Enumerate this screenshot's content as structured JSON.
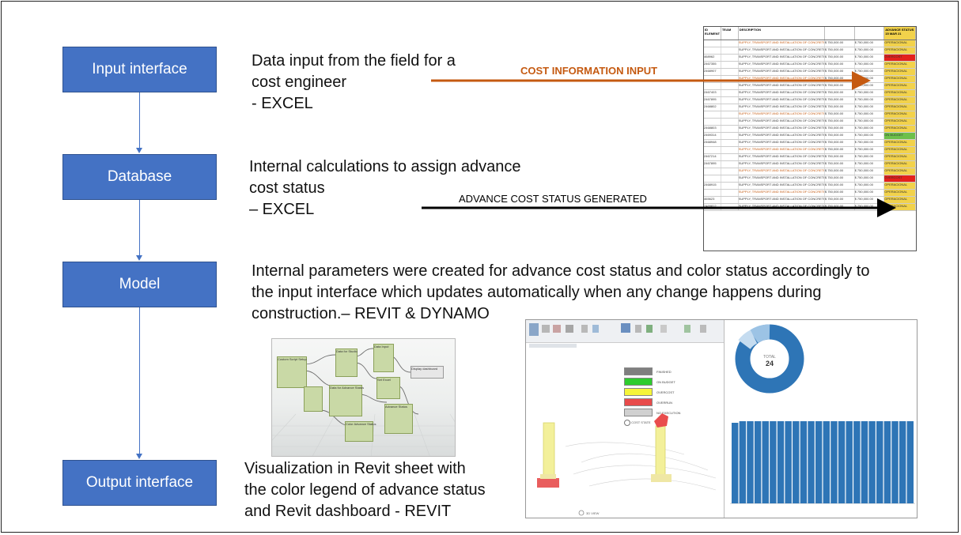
{
  "flow": {
    "steps": [
      {
        "label": "Input interface"
      },
      {
        "label": "Database"
      },
      {
        "label": "Model"
      },
      {
        "label": "Output interface"
      }
    ]
  },
  "descriptions": {
    "input": [
      "Data input from the field for a",
      "cost engineer",
      "- EXCEL"
    ],
    "database": [
      "Internal calculations to assign advance",
      "cost status",
      "– EXCEL"
    ],
    "model": [
      "Internal parameters were created for advance cost status and color status accordingly to",
      "the input interface which updates automatically when any change happens during",
      "construction.– REVIT & DYNAMO"
    ],
    "output": [
      "Visualization in Revit sheet with",
      "the color legend of advance status",
      "and Revit dashboard - REVIT"
    ]
  },
  "arrows": {
    "cost_input_label": "COST INFORMATION INPUT",
    "status_generated_label": "ADVANCE COST STATUS GENERATED"
  },
  "colors": {
    "box_fill": "#4472c4",
    "orange_arrow": "#c55a11",
    "black_arrow": "#000000"
  },
  "spreadsheet": {
    "headers": [
      "ID ELEMENT",
      "TEAM",
      "DESCRIPTION",
      "",
      "",
      "ADVANCE STATUS 15 MAR 21"
    ],
    "rows": [
      {
        "id": "",
        "team": "",
        "desc": "SUPPLY, TRANSPORT AND INSTALLATION OF CONCRETE FOR COLUMNS",
        "desc_color": "#c55a11",
        "v1": "$  750,000.00",
        "v2": "$  750,000.00",
        "status": "OPERACIONAL",
        "status_color": "#f2d24b"
      },
      {
        "id": "",
        "team": "",
        "desc": "SUPPLY, TRANSPORT AND INSTALLATION OF CONCRETE FOR COLUMNS",
        "desc_color": "#333",
        "v1": "$  750,000.00",
        "v2": "$  750,000.00",
        "status": "OPERACIONAL",
        "status_color": "#f2d24b"
      },
      {
        "id": "468962",
        "team": "",
        "desc": "SUPPLY, TRANSPORT AND INSTALLATION OF CONCRETE FOR COLUMNS",
        "desc_color": "#333",
        "v1": "$  750,000.00",
        "v2": "$  750,000.00",
        "status": "OVERCOST",
        "status_color": "#e3211c"
      },
      {
        "id": "2467355",
        "team": "",
        "desc": "SUPPLY, TRANSPORT AND INSTALLATION OF CONCRETE FOR COLUMNS",
        "desc_color": "#333",
        "v1": "$  750,000.00",
        "v2": "$  750,000.00",
        "status": "OPERACIONAL",
        "status_color": "#f2d24b"
      },
      {
        "id": "2468907",
        "team": "",
        "desc": "SUPPLY, TRANSPORT AND INSTALLATION OF CONCRETE FOR COLUMNS",
        "desc_color": "#333",
        "v1": "$  750,000.00",
        "v2": "$  750,000.00",
        "status": "OPERACIONAL",
        "status_color": "#f2d24b"
      },
      {
        "id": "",
        "team": "",
        "desc": "SUPPLY, TRANSPORT AND INSTALLATION OF CONCRETE FOR COLUMNS",
        "desc_color": "#c55a11",
        "v1": "$  750,000.00",
        "v2": "$  750,000.00",
        "status": "OPERACIONAL",
        "status_color": "#f2d24b"
      },
      {
        "id": "",
        "team": "",
        "desc": "SUPPLY, TRANSPORT AND INSTALLATION OF CONCRETE FOR COLUMNS",
        "desc_color": "#333",
        "v1": "$  750,000.00",
        "v2": "$  750,000.00",
        "status": "OPERACIONAL",
        "status_color": "#f2d24b"
      },
      {
        "id": "2467403",
        "team": "",
        "desc": "SUPPLY, TRANSPORT AND INSTALLATION OF CONCRETE FOR COLUMNS",
        "desc_color": "#333",
        "v1": "$  750,000.00",
        "v2": "$  750,000.00",
        "status": "OPERACIONAL",
        "status_color": "#f2d24b"
      },
      {
        "id": "2467895",
        "team": "",
        "desc": "SUPPLY, TRANSPORT AND INSTALLATION OF CONCRETE FOR COLUMNS",
        "desc_color": "#333",
        "v1": "$  750,000.00",
        "v2": "$  750,000.00",
        "status": "OPERACIONAL",
        "status_color": "#f2d24b"
      },
      {
        "id": "2468802",
        "team": "",
        "desc": "SUPPLY, TRANSPORT AND INSTALLATION OF CONCRETE FOR COLUMNS",
        "desc_color": "#333",
        "v1": "$  750,000.00",
        "v2": "$  750,000.00",
        "status": "OPERACIONAL",
        "status_color": "#f2d24b"
      },
      {
        "id": "",
        "team": "",
        "desc": "SUPPLY, TRANSPORT AND INSTALLATION OF CONCRETE FOR COLUMNS",
        "desc_color": "#c55a11",
        "v1": "$  750,000.00",
        "v2": "$  750,000.00",
        "status": "OPERACIONAL",
        "status_color": "#f2d24b"
      },
      {
        "id": "",
        "team": "",
        "desc": "SUPPLY, TRANSPORT AND INSTALLATION OF CONCRETE FOR COLUMNS",
        "desc_color": "#333",
        "v1": "$  750,000.00",
        "v2": "$  750,000.00",
        "status": "OPERACIONAL",
        "status_color": "#f2d24b"
      },
      {
        "id": "2468803",
        "team": "",
        "desc": "SUPPLY, TRANSPORT AND INSTALLATION OF CONCRETE FOR COLUMNS",
        "desc_color": "#333",
        "v1": "$  750,000.00",
        "v2": "$  750,000.00",
        "status": "OPERACIONAL",
        "status_color": "#f2d24b"
      },
      {
        "id": "2469314",
        "team": "",
        "desc": "SUPPLY, TRANSPORT AND INSTALLATION OF CONCRETE FOR COLUMNS",
        "desc_color": "#333",
        "v1": "$  750,000.00",
        "v2": "$  750,000.00",
        "status": "ON BUDGET",
        "status_color": "#6cc04a"
      },
      {
        "id": "2468948",
        "team": "",
        "desc": "SUPPLY, TRANSPORT AND INSTALLATION OF CONCRETE FOR COLUMNS",
        "desc_color": "#333",
        "v1": "$  750,000.00",
        "v2": "$  750,000.00",
        "status": "OPERACIONAL",
        "status_color": "#f2d24b"
      },
      {
        "id": "",
        "team": "",
        "desc": "SUPPLY, TRANSPORT AND INSTALLATION OF CONCRETE FOR COLUMNS",
        "desc_color": "#c55a11",
        "v1": "$  750,000.00",
        "v2": "$  750,000.00",
        "status": "OPERACIONAL",
        "status_color": "#f2d24b"
      },
      {
        "id": "2467214",
        "team": "",
        "desc": "SUPPLY, TRANSPORT AND INSTALLATION OF CONCRETE FOR COLUMNS",
        "desc_color": "#333",
        "v1": "$  750,000.00",
        "v2": "$  750,000.00",
        "status": "OPERACIONAL",
        "status_color": "#f2d24b"
      },
      {
        "id": "2467895",
        "team": "",
        "desc": "SUPPLY, TRANSPORT AND INSTALLATION OF CONCRETE FOR COLUMNS",
        "desc_color": "#333",
        "v1": "$  750,000.00",
        "v2": "$  750,000.00",
        "status": "OPERACIONAL",
        "status_color": "#f2d24b"
      },
      {
        "id": "",
        "team": "",
        "desc": "SUPPLY, TRANSPORT AND INSTALLATION OF CONCRETE FOR COLUMNS",
        "desc_color": "#c55a11",
        "v1": "$  750,000.00",
        "v2": "$  750,000.00",
        "status": "OPERACIONAL",
        "status_color": "#f2d24b"
      },
      {
        "id": "",
        "team": "",
        "desc": "SUPPLY, TRANSPORT AND INSTALLATION OF CONCRETE FOR COLUMNS",
        "desc_color": "#333",
        "v1": "$  750,000.00",
        "v2": "$  750,000.00",
        "status": "OVERCOST",
        "status_color": "#e3211c"
      },
      {
        "id": "2468915",
        "team": "",
        "desc": "SUPPLY, TRANSPORT AND INSTALLATION OF CONCRETE FOR COLUMNS",
        "desc_color": "#333",
        "v1": "$  750,000.00",
        "v2": "$  750,000.00",
        "status": "OPERACIONAL",
        "status_color": "#f2d24b"
      },
      {
        "id": "",
        "team": "",
        "desc": "SUPPLY, TRANSPORT AND INSTALLATION OF CONCRETE FOR COLUMNS",
        "desc_color": "#c55a11",
        "v1": "$  750,000.00",
        "v2": "$  750,000.00",
        "status": "OPERACIONAL",
        "status_color": "#f2d24b"
      },
      {
        "id": "465623",
        "team": "",
        "desc": "SUPPLY, TRANSPORT AND INSTALLATION OF CONCRETE FOR COLUMNS",
        "desc_color": "#333",
        "v1": "$  750,000.00",
        "v2": "$  750,000.00",
        "status": "OPERACIONAL",
        "status_color": "#f2d24b"
      },
      {
        "id": "2469812",
        "team": "",
        "desc": "SUPPLY, TRANSPORT AND INSTALLATION OF CONCRETE FOR COLUMNS",
        "desc_color": "#333",
        "v1": "$  750,000.00",
        "v2": "$  750,000.00",
        "status": "OPERACIONAL",
        "status_color": "#f2d24b"
      }
    ]
  },
  "dynamo": {
    "node_labels": [
      "Custom Script Setup",
      "Data for Studio",
      "Data Input",
      "Display dashboard",
      "Data for Advance Status",
      "Set Excel",
      "Color Advance Status",
      "Advance Status"
    ]
  },
  "revit": {
    "legend": [
      {
        "label": "FINISHED",
        "color": "#7f7f7f"
      },
      {
        "label": "ON BUDGET",
        "color": "#2ecc2e"
      },
      {
        "label": "OVERCOST",
        "color": "#f5f53a"
      },
      {
        "label": "OVERRUN",
        "color": "#e84b4b"
      },
      {
        "label": "NO EXECUTION",
        "color": "#d0d0d0"
      }
    ],
    "legend_title": "COST STATE",
    "donut_label": "TOTAL",
    "donut_value": "24",
    "bar_fill": "#2e75b6",
    "view_label": "3D VIEW"
  }
}
